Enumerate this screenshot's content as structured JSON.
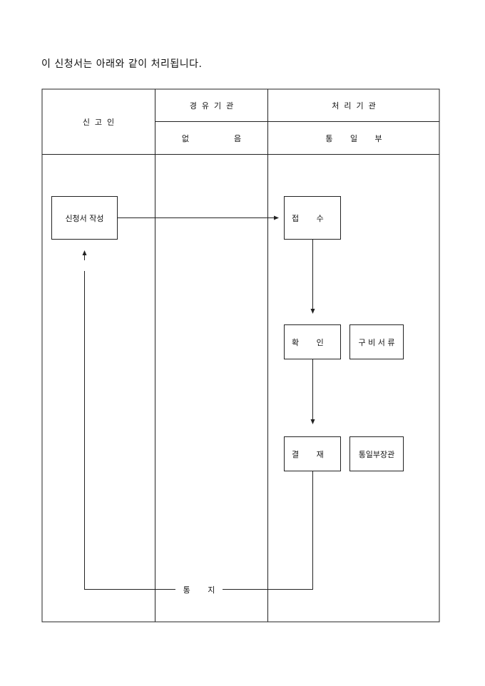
{
  "intro": "이 신청서는 아래와 같이 처리됩니다.",
  "header": {
    "applicant": "신  고  인",
    "via_agency": "경  유  기  관",
    "via_value": "없                  음",
    "processing_agency": "처  리  기  관",
    "processing_value": "통       일       부"
  },
  "steps": {
    "write": "신청서 작성",
    "receive": "접       수",
    "confirm": "확       인",
    "documents": "구 비 서 류",
    "approve": "결       재",
    "approver": "통일부장관",
    "notify": "통       지"
  }
}
